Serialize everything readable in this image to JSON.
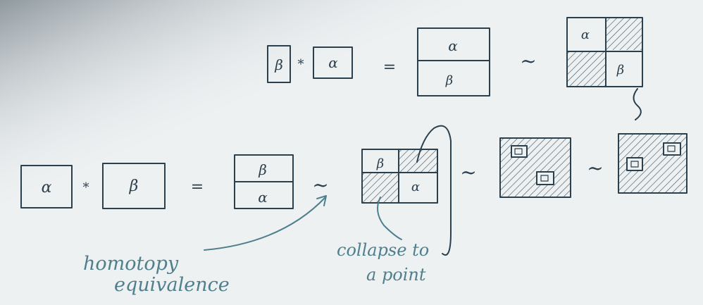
{
  "colors": {
    "paper": "#eef1f2",
    "ink": "#2c3f4c",
    "note_ink": "#4f7f8c",
    "shade": "#4a5a66"
  },
  "symbols": {
    "alpha": "α",
    "beta": "β",
    "star": "*",
    "equals": "=",
    "tilde": "~"
  },
  "notes": {
    "homotopy": "homotopy",
    "equivalence": "equivalence",
    "collapse": "collapse to",
    "point": "a point"
  }
}
